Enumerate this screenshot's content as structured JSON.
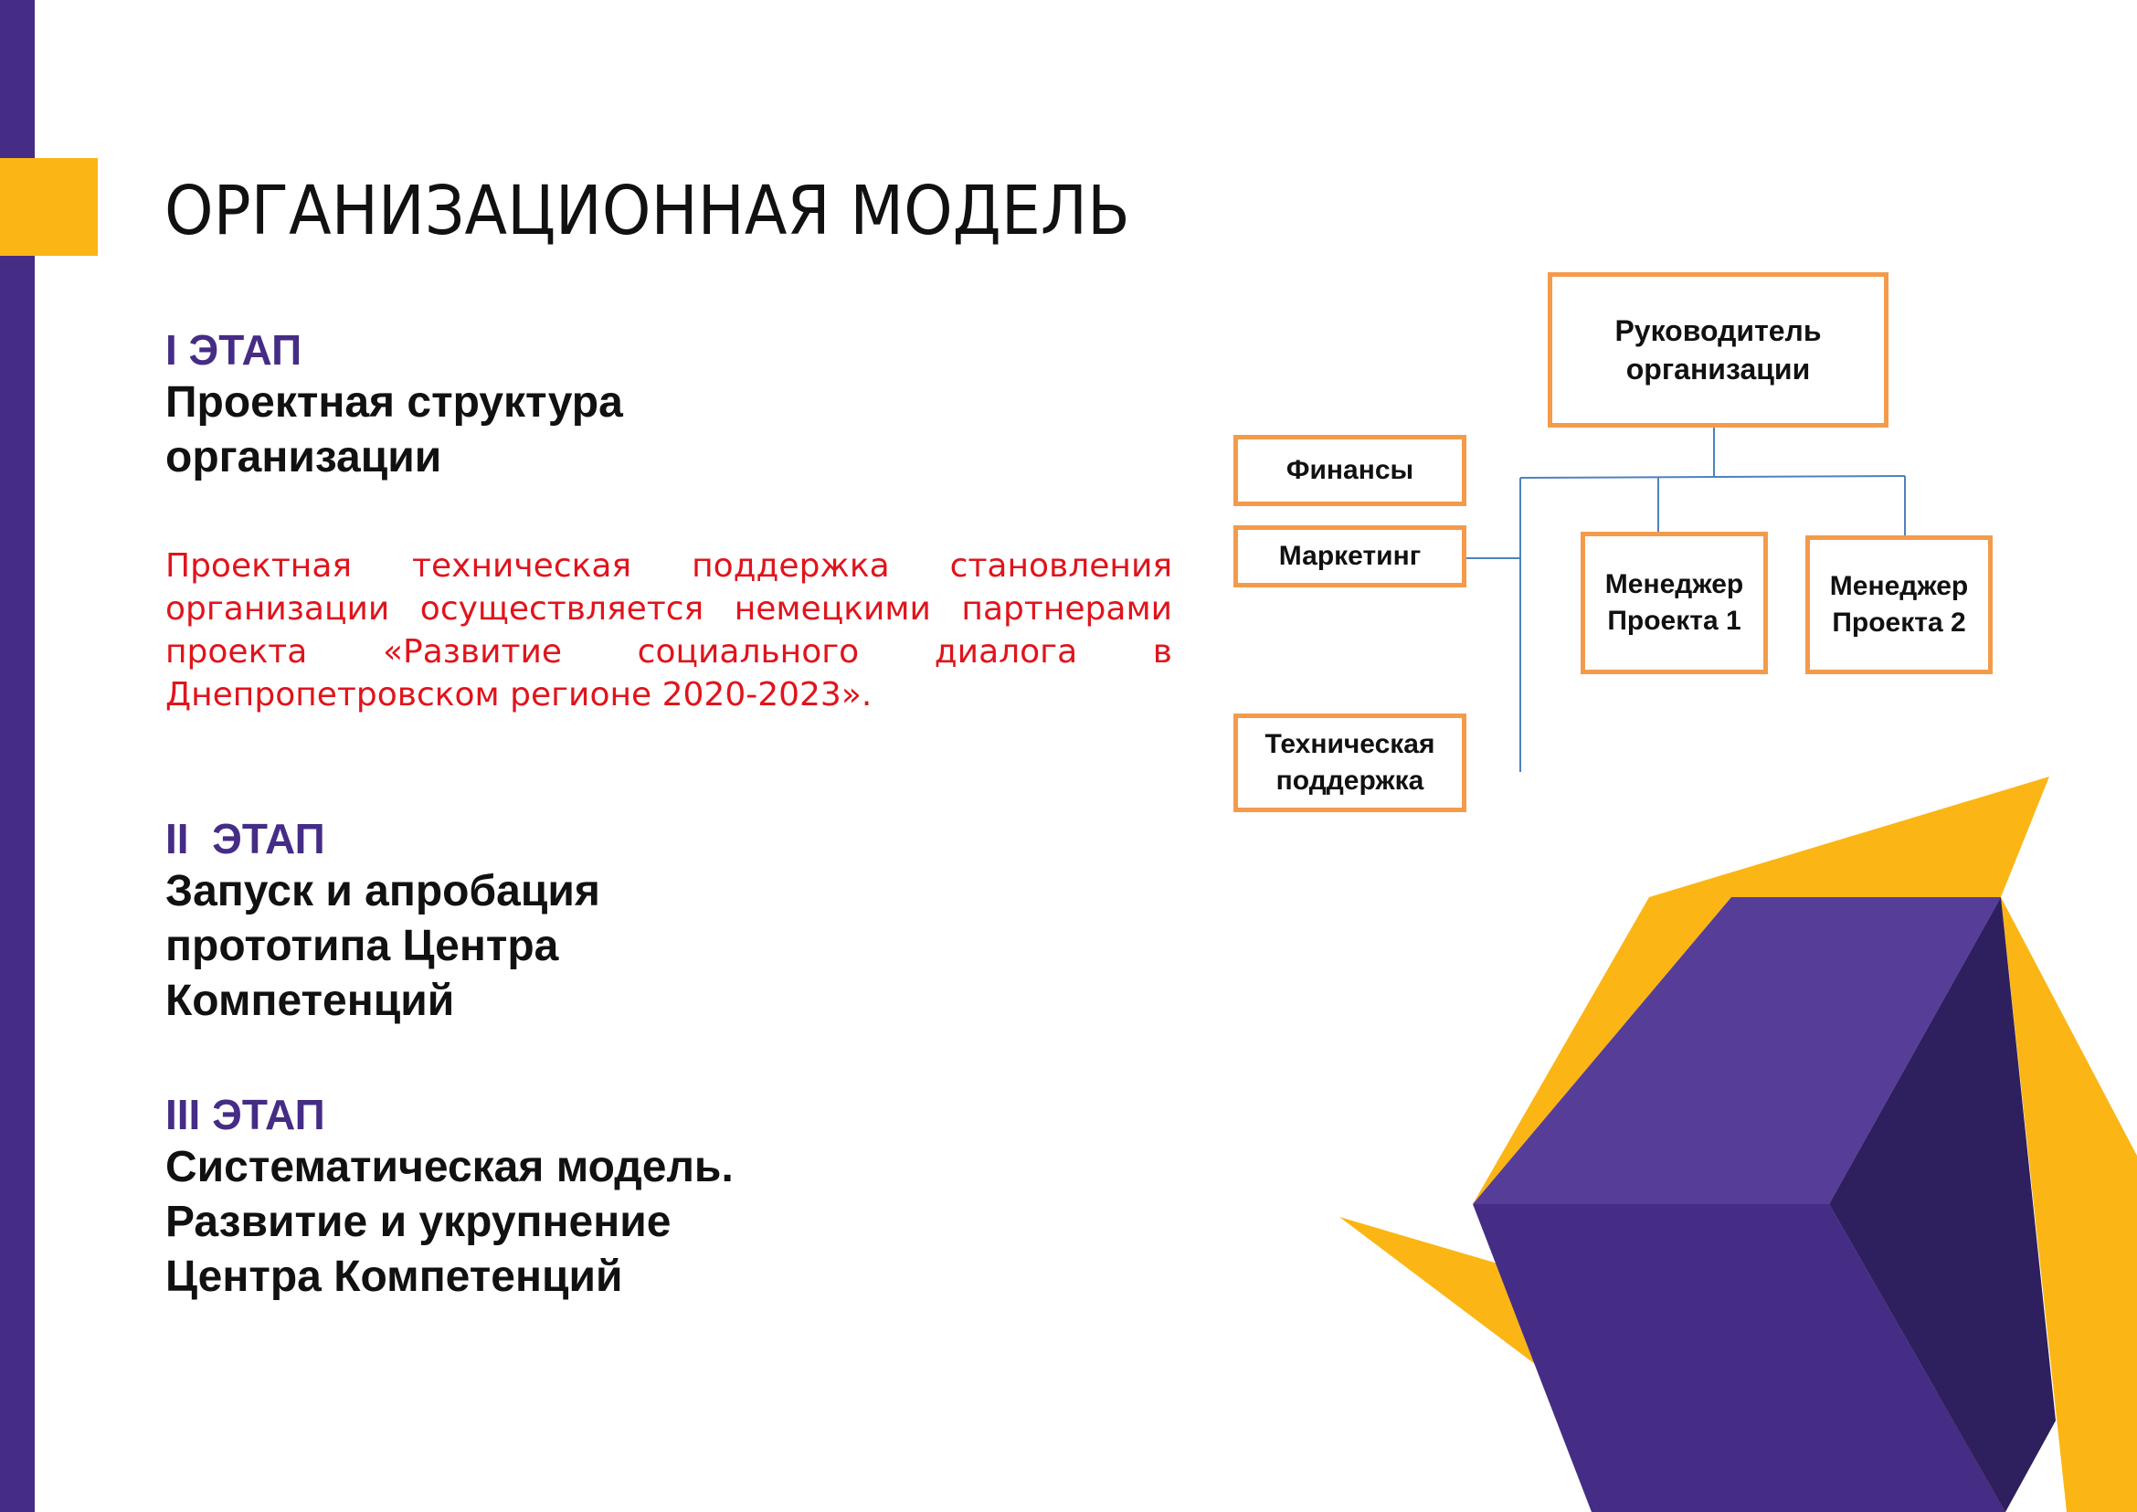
{
  "title": "ОРГАНИЗАЦИОННАЯ МОДЕЛЬ",
  "stages": [
    {
      "label": "I ЭТАП",
      "text": "Проектная структура\nорганизации"
    },
    {
      "label": "II  ЭТАП",
      "text": "Запуск  и апробация\nпрототипа Центра\nКомпетенций"
    },
    {
      "label": "III ЭТАП",
      "text": "Систематическая  модель.\nРазвитие и укрупнение\nЦентра Компетенций"
    }
  ],
  "stage1_description": "Проектная техническая поддержка становления организации осуществляется немецкими партнерами проекта «Развитие социального диалога в Днепропетровском регионе 2020-2023».",
  "org_chart": {
    "head": "Руководитель\nорганизации",
    "finance": "Финансы",
    "marketing": "Маркетинг",
    "tech_support": "Техническая\nподдержка",
    "manager1": "Менеджер\nПроекта 1",
    "manager2": "Менеджер\nПроекта 2"
  },
  "colors": {
    "accent_purple": "#452c85",
    "accent_yellow": "#fbb515",
    "box_border": "#f39b4b",
    "description_text": "#e0141c",
    "connector": "#4f81bd"
  }
}
